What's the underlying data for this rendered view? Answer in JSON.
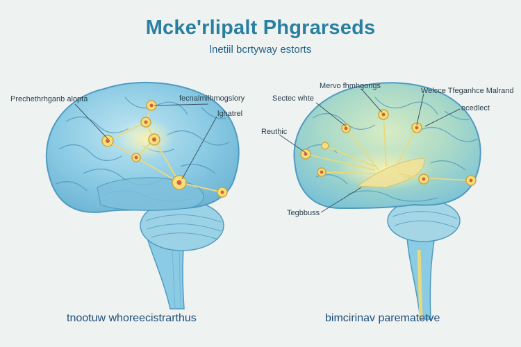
{
  "header": {
    "title": "Mcke'rlipalt Phgrarseds",
    "subtitle": "lnetiil bcrtyway estorts"
  },
  "left_brain": {
    "labels": [
      "Prechethrhganb alopta",
      "fecnalmilhmogslory",
      "lghatrel"
    ],
    "caption": "tnootuw whoreecistrarthus"
  },
  "right_brain": {
    "labels": [
      "Sectec whte",
      "Mervo fhmhgongs",
      "Welcce Tfeganhce Malrand",
      "ocedlect",
      "Reuthic",
      "Tegbbuss"
    ],
    "caption": "bimcirinav parematetve"
  },
  "colors": {
    "background": "#eef2f1",
    "brain_blue": "#8cc9e2",
    "brain_green": "#b8dcb8",
    "node_fill": "#f4e07c",
    "node_core": "#d9603b",
    "title": "#2a7fa0"
  }
}
